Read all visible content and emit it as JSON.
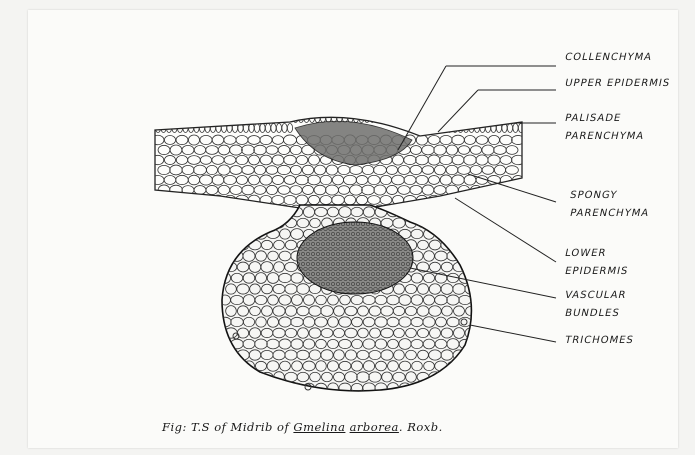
{
  "labels": {
    "collenchyma": "COLLENCHYMA",
    "upper_epidermis": "UPPER EPIDERMIS",
    "palisade_1": "PALISADE",
    "palisade_2": "PARENCHYMA",
    "spongy_1": "SPONGY",
    "spongy_2": "PARENCHYMA",
    "lower_1": "LOWER",
    "lower_2": "EPIDERMIS",
    "vascular_1": "VASCULAR",
    "vascular_2": "BUNDLES",
    "trichomes": "TRICHOMES"
  },
  "caption": {
    "prefix": "Fig: T.S of Midrib of",
    "genus": "Gmelina",
    "species": "arborea",
    "suffix": ". Roxb."
  }
}
